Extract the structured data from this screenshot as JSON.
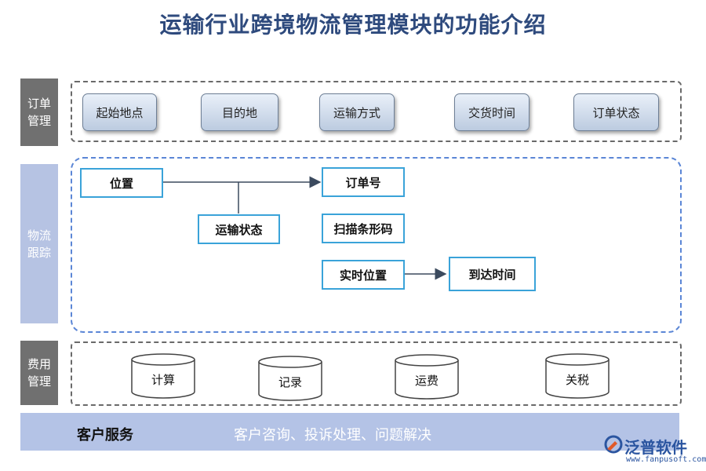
{
  "title": "运输行业跨境物流管理模块的功能介绍",
  "order": {
    "label_line1": "订单",
    "label_line2": "管理",
    "items": [
      "起始地点",
      "目的地",
      "运输方式",
      "交货时间",
      "订单状态"
    ]
  },
  "logistics": {
    "label_line1": "物流",
    "label_line2": "跟踪",
    "nodes": {
      "position": "位置",
      "transport_status": "运输状态",
      "order_no": "订单号",
      "scan_barcode": "扫描条形码",
      "realtime_position": "实时位置",
      "arrival_time": "到达时间"
    }
  },
  "fee": {
    "label_line1": "费用",
    "label_line2": "管理",
    "items": [
      "计算",
      "记录",
      "运费",
      "关税"
    ]
  },
  "service": {
    "label": "客户服务",
    "text": "客户咨询、投诉处理、问题解决"
  },
  "logo": {
    "name": "泛普软件",
    "url": "www.fanpusoft.com",
    "colors": {
      "brand": "#2b55a0",
      "accent": "#e05a2a"
    }
  },
  "colors": {
    "title": "#2e4a7d",
    "side_gray": "#707070",
    "side_blue": "#b6c3e3",
    "box_border": "#3aa3d9",
    "dash_blue": "#5b86d6"
  }
}
